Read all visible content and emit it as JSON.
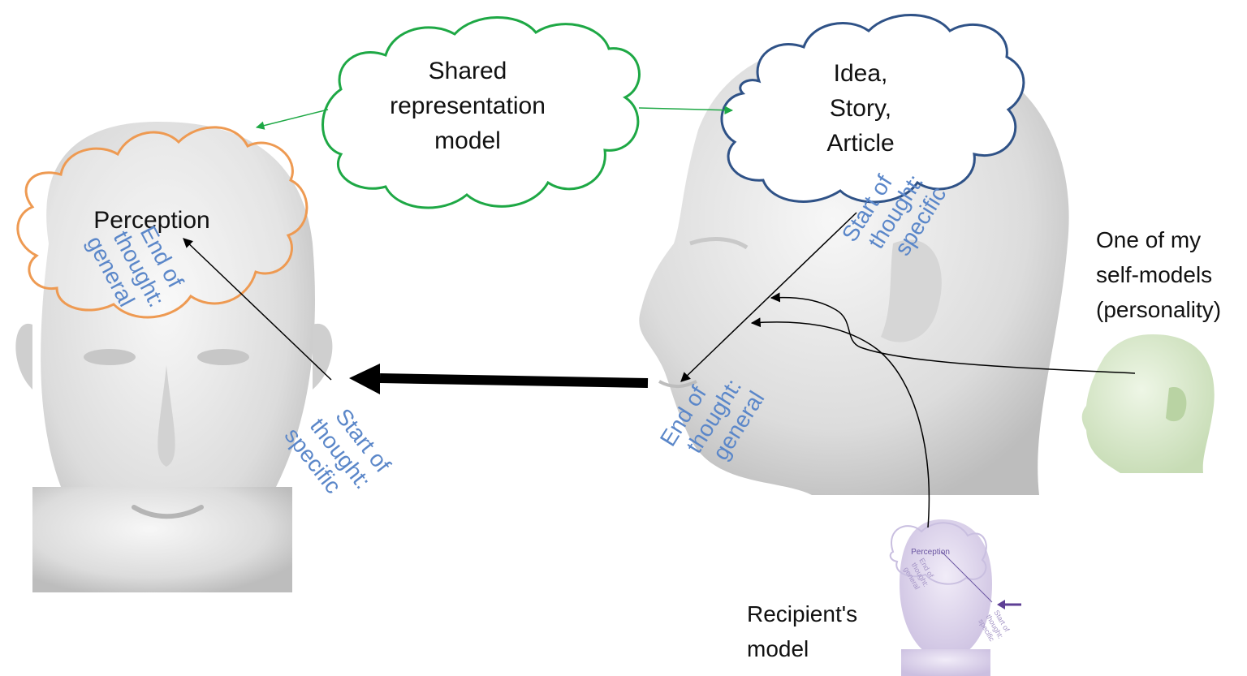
{
  "colors": {
    "shared_cloud": "#1ea845",
    "idea_cloud": "#2f5287",
    "perception_cloud": "#ee9a52",
    "annotation_text": "#5b87c9",
    "recipient_tint": "#8a73b5",
    "self_model_tint": "#d2e6c2"
  },
  "shared_cloud": {
    "line1": "Shared",
    "line2": "representation",
    "line3": "model"
  },
  "idea_cloud": {
    "line1": "Idea,",
    "line2": "Story,",
    "line3": "Article"
  },
  "perception_cloud": {
    "label": "Perception"
  },
  "left_head": {
    "end_line1": "End of",
    "end_line2": "thought:",
    "end_line3": "general",
    "start_line1": "Start of",
    "start_line2": "thought:",
    "start_line3": "specific"
  },
  "right_head": {
    "start_line1": "Start of",
    "start_line2": "thought:",
    "start_line3": "specific",
    "end_line1": "End of",
    "end_line2": "thought:",
    "end_line3": "general"
  },
  "self_model": {
    "line1": "One of my",
    "line2": "self-models",
    "line3": "(personality)"
  },
  "recipient_model": {
    "line1": "Recipient's",
    "line2": "model",
    "mini_perception": "Perception",
    "mini_end1": "End of",
    "mini_end2": "thought:",
    "mini_end3": "general",
    "mini_start1": "Start of",
    "mini_start2": "thought:",
    "mini_start3": "specific"
  },
  "icons": [
    "left-head-illustration",
    "right-head-profile-illustration",
    "self-model-head-icon",
    "recipient-head-icon"
  ]
}
